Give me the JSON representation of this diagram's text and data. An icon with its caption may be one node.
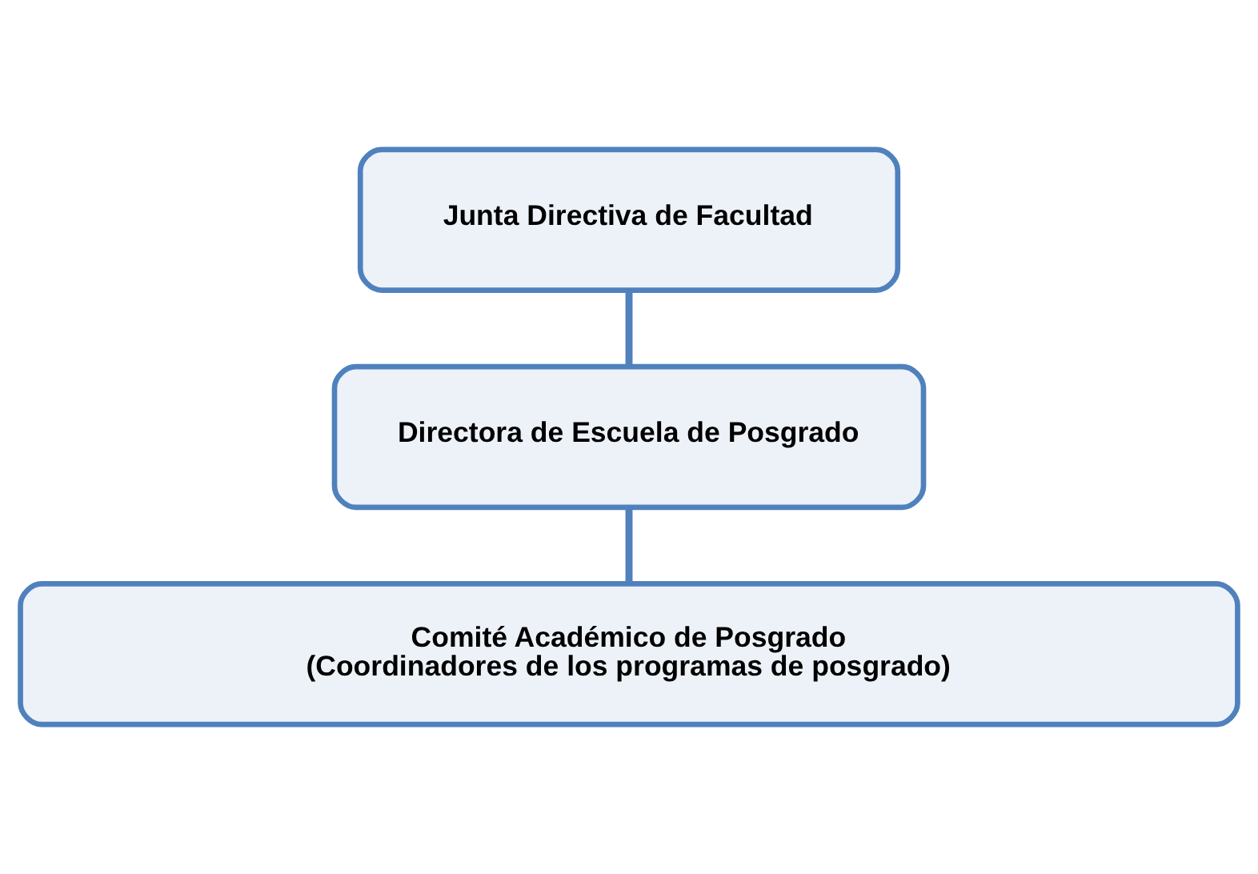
{
  "diagram": {
    "nodes": [
      {
        "text": [
          "Junta Directiva de Facultad"
        ]
      },
      {
        "text": [
          "Directora de Escuela de Posgrado"
        ]
      },
      {
        "text": [
          "Comité Académico de Posgrado",
          "(Coordinadores de los programas de posgrado)"
        ]
      }
    ],
    "edges": [
      {
        "from": 0,
        "to": 1,
        "arrow": "none"
      },
      {
        "from": 1,
        "to": 2,
        "arrow": "none"
      }
    ]
  }
}
